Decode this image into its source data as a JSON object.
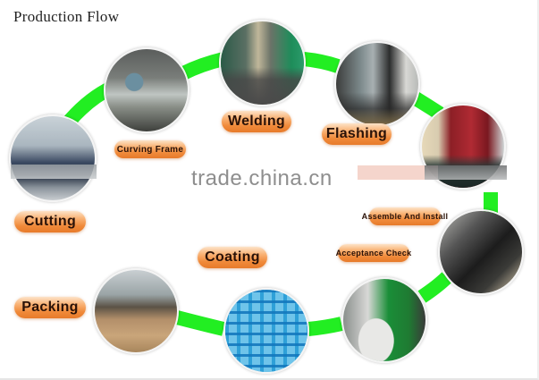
{
  "page": {
    "title": "Production Flow",
    "watermark": "trade.china.cn"
  },
  "colors": {
    "path": "#22ee22",
    "label_top": "#fde3c8",
    "label_bottom": "#e77a2a",
    "label_text": "#2a1208"
  },
  "steps": [
    {
      "id": "cutting",
      "label": "Cutting",
      "photo": "cutting-machine-photo"
    },
    {
      "id": "curving-frame",
      "label": "Curving Frame",
      "photo": "workers-at-bench-photo"
    },
    {
      "id": "welding",
      "label": "Welding",
      "photo": "welding-workshop-photo"
    },
    {
      "id": "flashing",
      "label": "Flashing",
      "photo": "worker-seated-photo"
    },
    {
      "id": "press",
      "label": "",
      "photo": "red-press-brake-photo"
    },
    {
      "id": "assemble-and-install",
      "label": "Assemble And Install",
      "photo": "assembling-grate-photo"
    },
    {
      "id": "acceptance-check",
      "label": "Acceptance Check",
      "photo": "inspection-workers-photo"
    },
    {
      "id": "coating",
      "label": "Coating",
      "photo": "blue-coated-grate-photo"
    },
    {
      "id": "packing",
      "label": "Packing",
      "photo": "cardboard-boxes-photo"
    }
  ]
}
